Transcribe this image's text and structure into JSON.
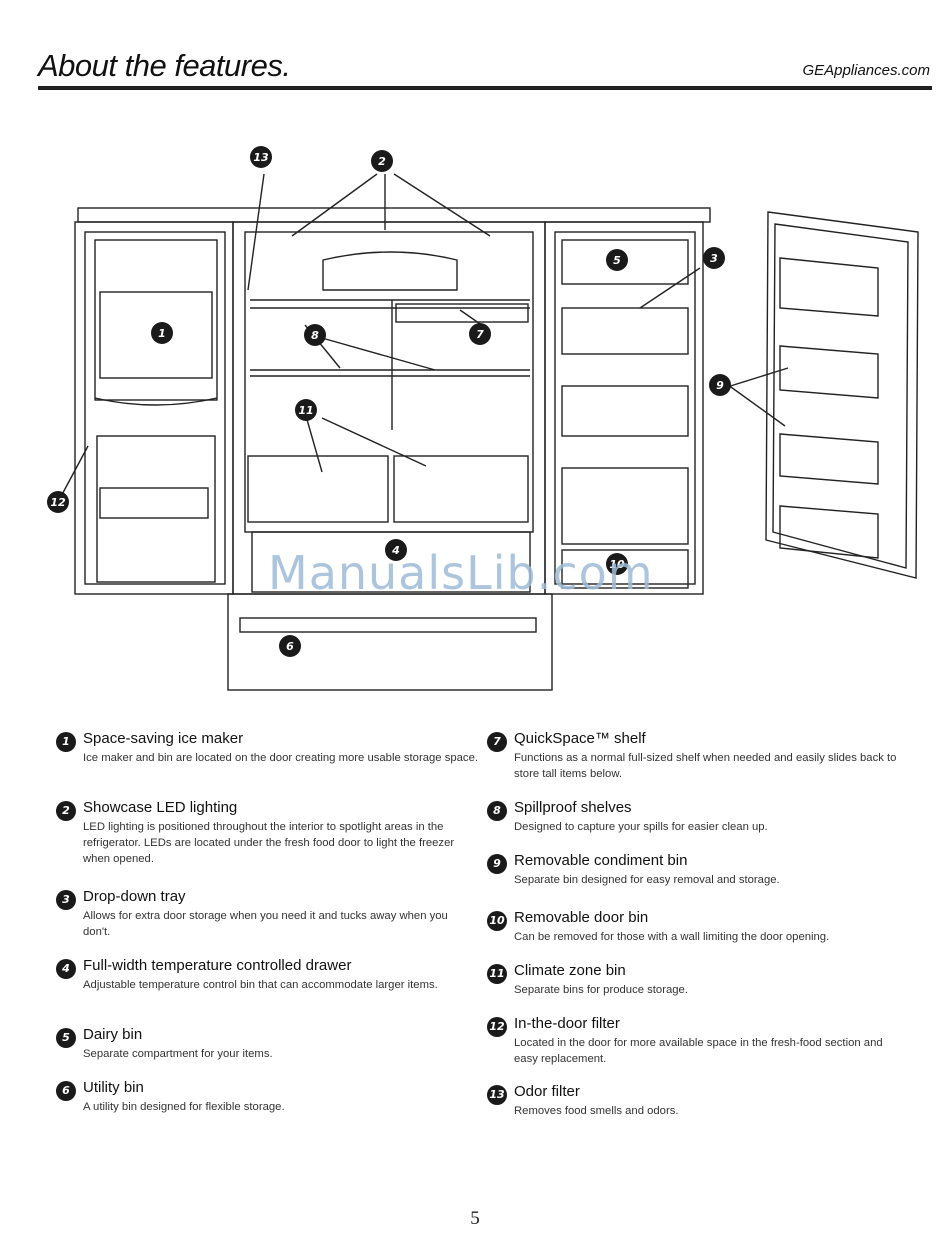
{
  "header": {
    "title": "About the features.",
    "site": "GEAppliances.com"
  },
  "watermark": "ManualsLib.com",
  "callouts": [
    "1",
    "2",
    "3",
    "4",
    "5",
    "6",
    "7",
    "8",
    "9",
    "10",
    "11",
    "12",
    "13"
  ],
  "features_left": [
    {
      "num": "1",
      "title": "Space-saving ice maker",
      "desc": "Ice maker and bin are located on the door creating more usable storage space."
    },
    {
      "num": "2",
      "title": "Showcase LED lighting",
      "desc": "LED lighting is positioned throughout the interior to spotlight areas in the refrigerator. LEDs are located under the fresh food door to light the freezer when opened."
    },
    {
      "num": "3",
      "title": "Drop-down tray",
      "desc": "Allows for extra door storage when you need it and tucks away when you don't."
    },
    {
      "num": "4",
      "title": "Full-width temperature controlled drawer",
      "desc": "Adjustable temperature control bin that can accommodate larger items."
    },
    {
      "num": "5",
      "title": "Dairy bin",
      "desc": "Separate compartment for your items."
    },
    {
      "num": "6",
      "title": "Utility bin",
      "desc": "A utility bin designed for flexible storage."
    }
  ],
  "features_right": [
    {
      "num": "7",
      "title": "QuickSpace™ shelf",
      "desc": "Functions as a normal full-sized shelf when needed and easily slides back to store tall items below."
    },
    {
      "num": "8",
      "title": "Spillproof shelves",
      "desc": "Designed to capture your spills for easier clean up."
    },
    {
      "num": "9",
      "title": "Removable condiment bin",
      "desc": "Separate bin designed for easy removal and storage."
    },
    {
      "num": "10",
      "title": "Removable door bin",
      "desc": "Can be removed for those with a wall limiting the door opening."
    },
    {
      "num": "11",
      "title": "Climate zone bin",
      "desc": "Separate bins for produce storage."
    },
    {
      "num": "12",
      "title": "In-the-door filter",
      "desc": "Located in the door for more available space in the fresh-food section and easy replacement."
    },
    {
      "num": "13",
      "title": "Odor filter",
      "desc": "Removes food smells and odors."
    }
  ],
  "page_number": "5"
}
